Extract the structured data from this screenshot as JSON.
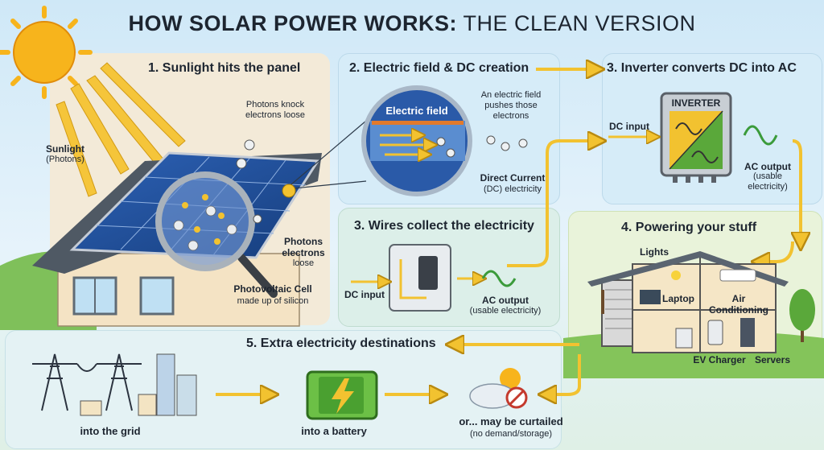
{
  "title": {
    "bold": "HOW SOLAR POWER WORKS:",
    "rest": "THE CLEAN VERSION"
  },
  "step1": {
    "heading": "1. Sunlight hits the panel",
    "sunlight_label": "Sunlight",
    "sunlight_sub": "(Photons)",
    "photons_knock": "Photons knock electrons loose",
    "photons_loose_1": "Photons",
    "photons_loose_2": "electrons",
    "photons_loose_3": "loose",
    "pv_cell": "Photovoltaic Cell",
    "pv_sub": "made up of silicon"
  },
  "step2": {
    "heading": "2. Electric field & DC creation",
    "field_title": "Electric field",
    "field_note": "An electric field pushes those electrons",
    "dc_title": "Direct Current",
    "dc_sub": "(DC) electricity"
  },
  "step3_wires": {
    "heading": "3. Wires collect the electricity",
    "dc_input": "DC input",
    "ac_output": "AC output",
    "ac_sub": "(usable electricity)"
  },
  "step3_inverter": {
    "heading": "3. Inverter converts DC into AC",
    "inverter_label": "INVERTER",
    "dc_input": "DC input",
    "ac_output": "AC output",
    "ac_sub": "(usable electricity)"
  },
  "step4": {
    "heading": "4. Powering your stuff",
    "lights": "Lights",
    "laptop": "Laptop",
    "ac": "Air Conditioning",
    "ev": "EV Charger",
    "servers": "Servers"
  },
  "step5": {
    "heading": "5. Extra electricity destinations",
    "grid": "into the grid",
    "battery": "into a battery",
    "curtailed": "or... may be curtailed",
    "curtailed_sub": "(no demand/storage)"
  },
  "colors": {
    "arrow": "#f2c230",
    "panel_blue": "#1f4f9a",
    "sun": "#f7b41c",
    "green": "#5aa83a"
  }
}
